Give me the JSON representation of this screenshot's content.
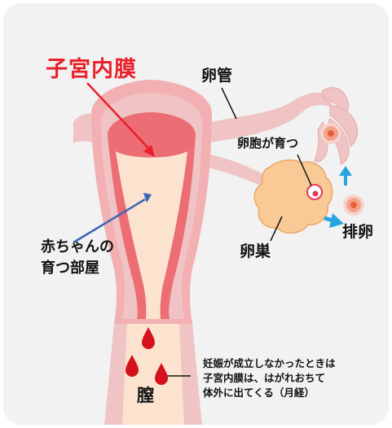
{
  "diagram": {
    "title": "子宮内膜",
    "labels": {
      "oviduct": "卵管",
      "follicle": "卵胞が育つ",
      "baby_room_line1": "赤ちゃんの",
      "baby_room_line2": "育つ部屋",
      "ovary": "卵巣",
      "ovulation": "排卵",
      "vagina": "膣"
    },
    "note": {
      "line1": "妊娠が成立しなかったときは",
      "line2": "子宮内膜は、はがれおちて",
      "line3": "体外に出てくる（月経）"
    },
    "colors": {
      "background_panel": "#f2f2f2",
      "uterus_outer": "#f3b0b3",
      "uterus_wall": "#f0c4c4",
      "endometrium": "#ec6d74",
      "cavity": "#fbe3cf",
      "title_red": "#e8202a",
      "pointer_red": "#e8202a",
      "pointer_blue": "#3c64b8",
      "ovulation_arrow": "#27a4e0",
      "ovary": "#f9ca96",
      "blood": "#d4121b"
    },
    "icons": [
      "egg-cell-icon",
      "blood-drop-icon"
    ]
  }
}
